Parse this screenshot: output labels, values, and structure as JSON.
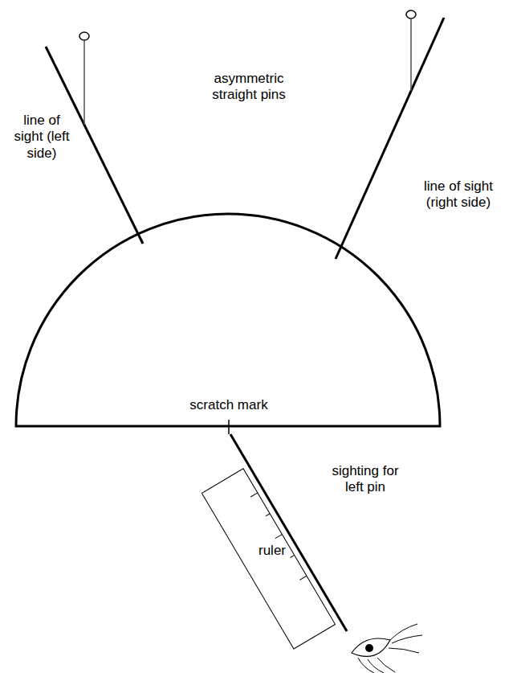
{
  "diagram": {
    "labels": [
      "asymmetric straight pins",
      "line of sight (left side)",
      "line of sight (right side)",
      "scratch mark",
      "ruler",
      "sighting for left pin"
    ]
  }
}
